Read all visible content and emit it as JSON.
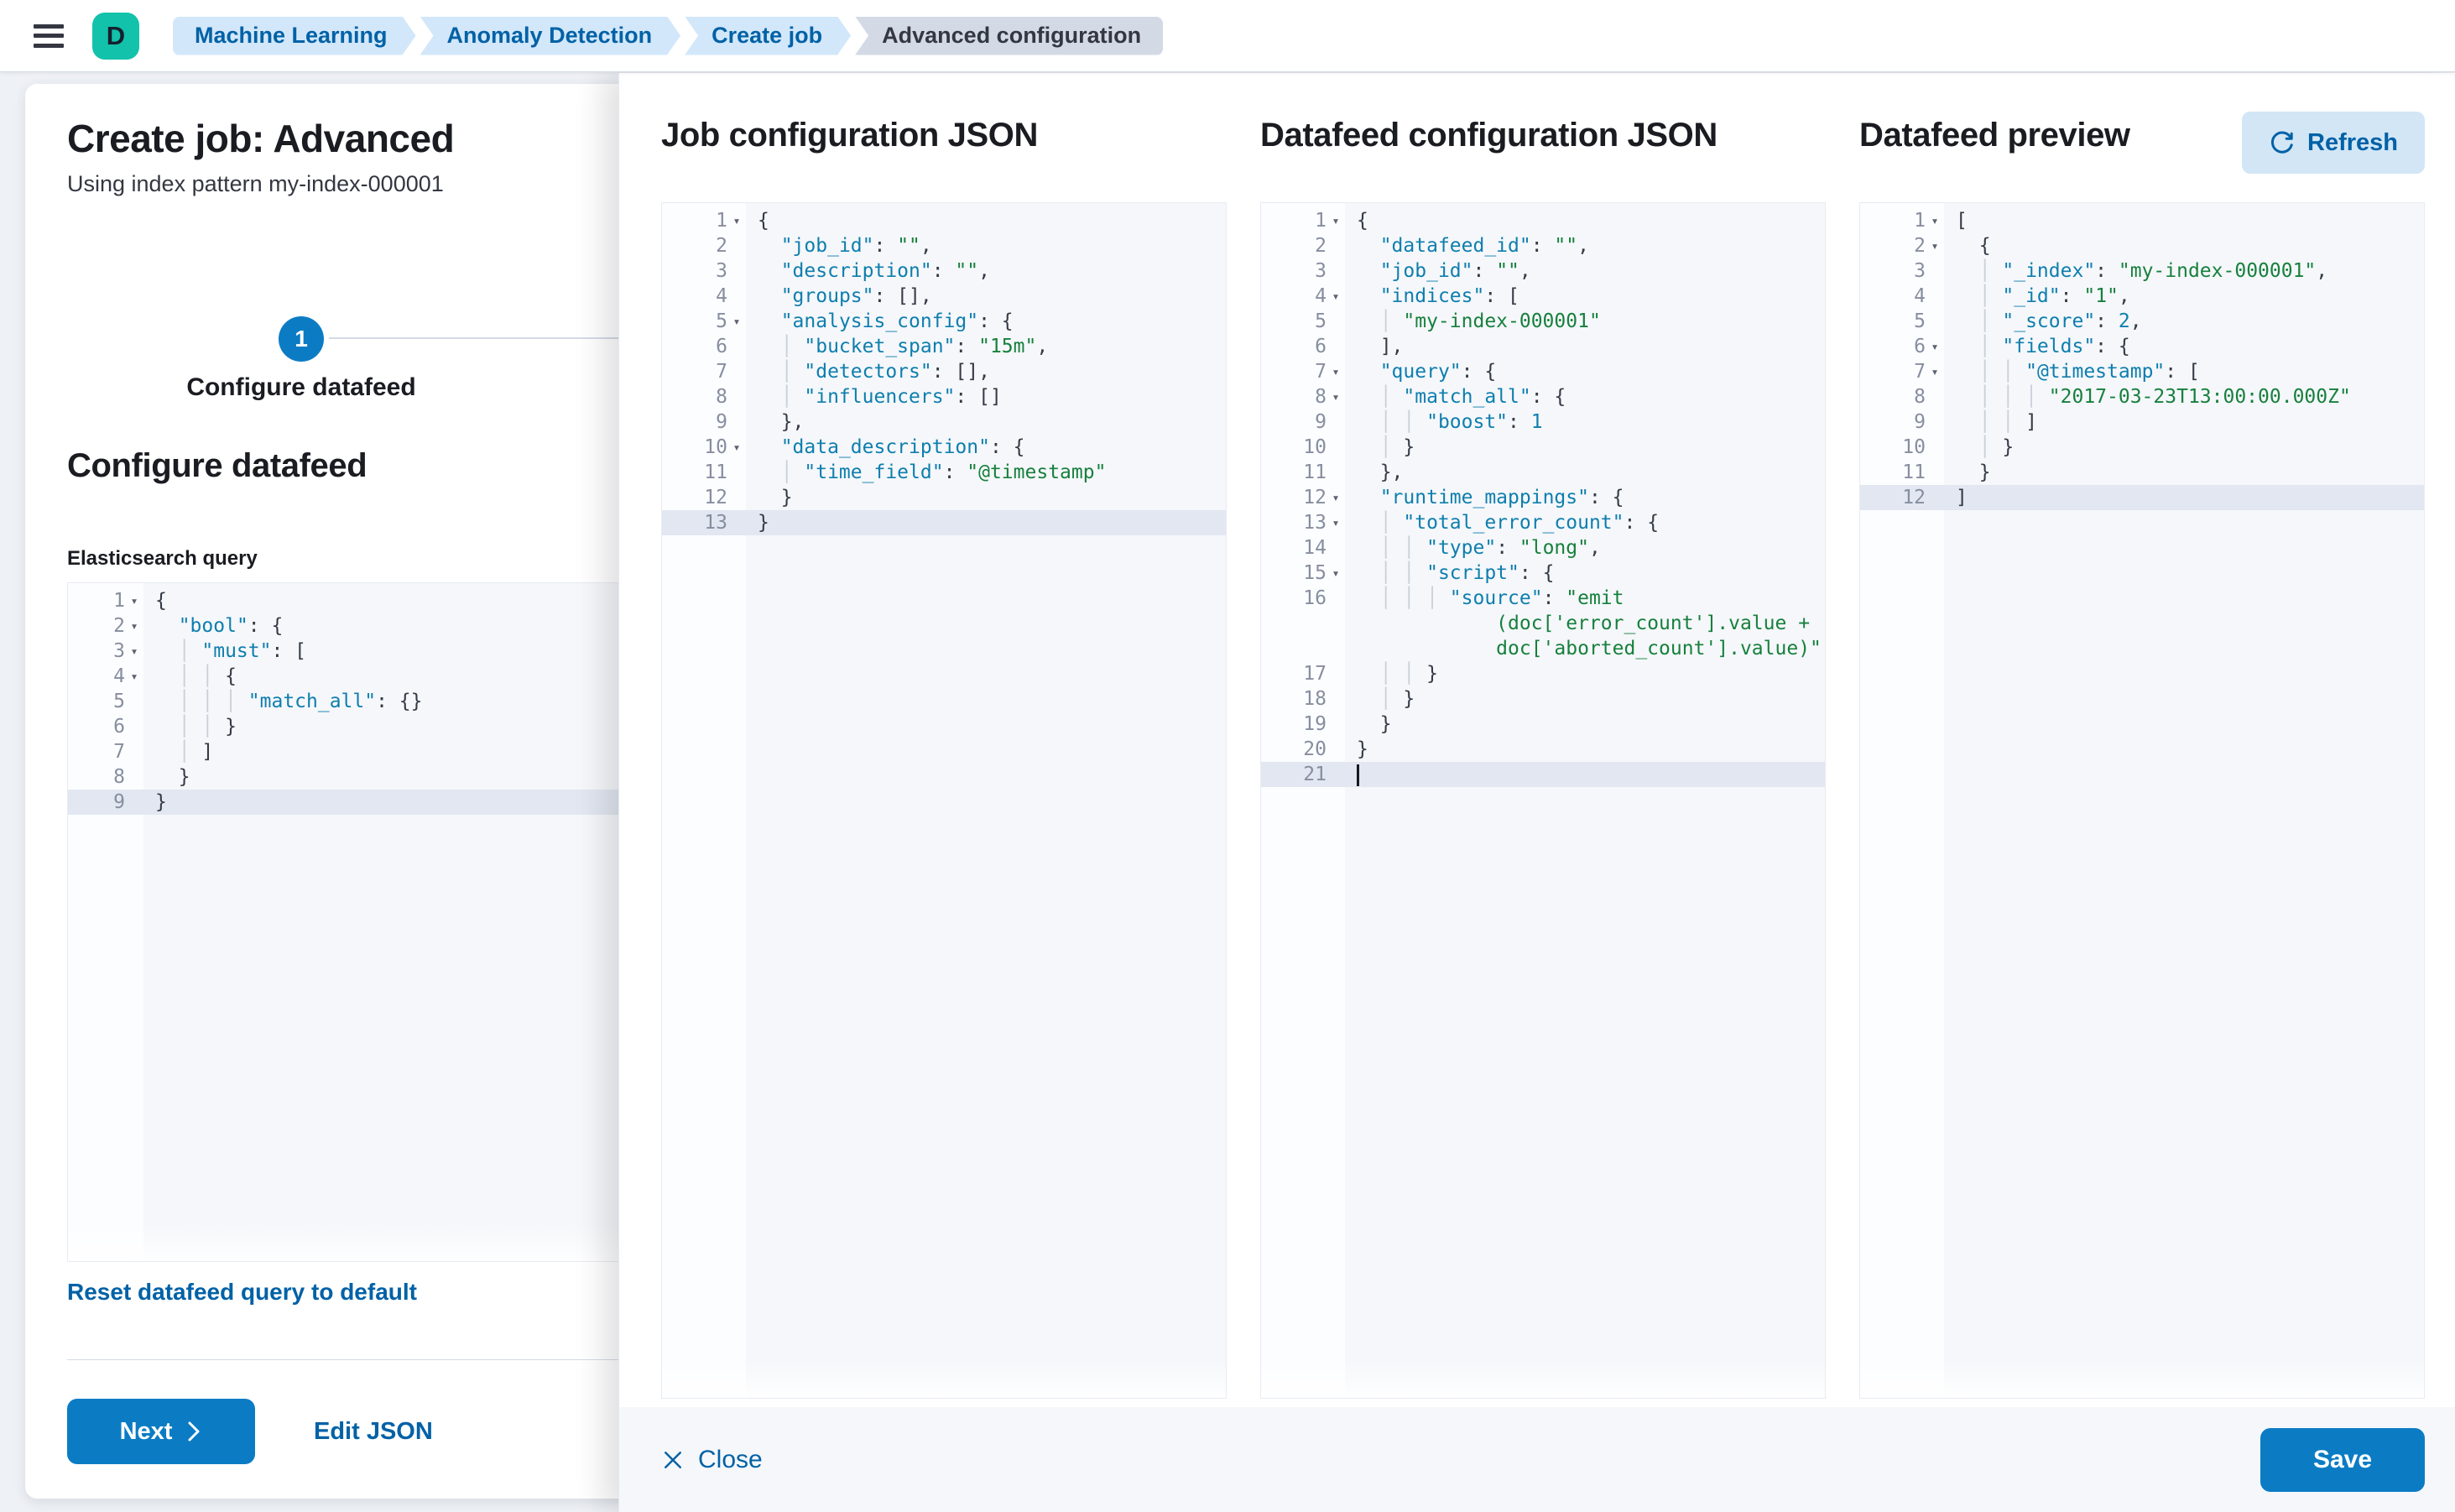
{
  "topbar": {
    "avatar": "D",
    "breadcrumbs": [
      {
        "label": "Machine Learning",
        "current": false
      },
      {
        "label": "Anomaly Detection",
        "current": false
      },
      {
        "label": "Create job",
        "current": false
      },
      {
        "label": "Advanced configuration",
        "current": true
      }
    ]
  },
  "page": {
    "title": "Create job: Advanced",
    "subtitle": "Using index pattern my-index-000001",
    "step_number": "1",
    "step_label": "Configure datafeed",
    "section_title": "Configure datafeed",
    "query_label": "Elasticsearch query",
    "reset_link": "Reset datafeed query to default",
    "next_button": "Next",
    "edit_json_link": "Edit JSON"
  },
  "flyout": {
    "columns": [
      {
        "title": "Job configuration JSON"
      },
      {
        "title": "Datafeed configuration JSON"
      },
      {
        "title": "Datafeed preview"
      }
    ],
    "refresh_button": "Refresh",
    "close_button": "Close",
    "save_button": "Save"
  },
  "colors": {
    "primary_button": "#0b7cc4",
    "link_blue": "#0061a6",
    "breadcrumb_blue_bg": "#d2e7f9",
    "breadcrumb_gray_bg": "#d3dae6",
    "avatar_teal": "#12c2ab",
    "editor_content_bg": "#f5f7fa",
    "editor_active_line": "#e2e7f1",
    "code_key": "#0e7eae",
    "code_string": "#17803d",
    "code_number": "#0e7eae"
  },
  "editors": {
    "query": {
      "lines": [
        {
          "n": 1,
          "fold": true,
          "seg": [
            [
              "p",
              "{"
            ]
          ]
        },
        {
          "n": 2,
          "fold": true,
          "seg": [
            [
              "g",
              "  "
            ],
            [
              "k",
              "\"bool\""
            ],
            [
              "p",
              ": {"
            ]
          ]
        },
        {
          "n": 3,
          "fold": true,
          "seg": [
            [
              "g",
              "  │ "
            ],
            [
              "k",
              "\"must\""
            ],
            [
              "p",
              ": ["
            ]
          ]
        },
        {
          "n": 4,
          "fold": true,
          "seg": [
            [
              "g",
              "  │ │ "
            ],
            [
              "p",
              "{"
            ]
          ]
        },
        {
          "n": 5,
          "seg": [
            [
              "g",
              "  │ │ │ "
            ],
            [
              "k",
              "\"match_all\""
            ],
            [
              "p",
              ": {}"
            ]
          ]
        },
        {
          "n": 6,
          "seg": [
            [
              "g",
              "  │ │ "
            ],
            [
              "p",
              "}"
            ]
          ]
        },
        {
          "n": 7,
          "seg": [
            [
              "g",
              "  │ "
            ],
            [
              "p",
              "]"
            ]
          ]
        },
        {
          "n": 8,
          "seg": [
            [
              "g",
              "  "
            ],
            [
              "p",
              "}"
            ]
          ]
        },
        {
          "n": 9,
          "hl": true,
          "seg": [
            [
              "p",
              "}"
            ]
          ]
        }
      ]
    },
    "job": {
      "lines": [
        {
          "n": 1,
          "fold": true,
          "seg": [
            [
              "p",
              "{"
            ]
          ]
        },
        {
          "n": 2,
          "seg": [
            [
              "g",
              "  "
            ],
            [
              "k",
              "\"job_id\""
            ],
            [
              "p",
              ": "
            ],
            [
              "s",
              "\"\""
            ],
            [
              "p",
              ","
            ]
          ]
        },
        {
          "n": 3,
          "seg": [
            [
              "g",
              "  "
            ],
            [
              "k",
              "\"description\""
            ],
            [
              "p",
              ": "
            ],
            [
              "s",
              "\"\""
            ],
            [
              "p",
              ","
            ]
          ]
        },
        {
          "n": 4,
          "seg": [
            [
              "g",
              "  "
            ],
            [
              "k",
              "\"groups\""
            ],
            [
              "p",
              ": [],"
            ]
          ]
        },
        {
          "n": 5,
          "fold": true,
          "seg": [
            [
              "g",
              "  "
            ],
            [
              "k",
              "\"analysis_config\""
            ],
            [
              "p",
              ": {"
            ]
          ]
        },
        {
          "n": 6,
          "seg": [
            [
              "g",
              "  │ "
            ],
            [
              "k",
              "\"bucket_span\""
            ],
            [
              "p",
              ": "
            ],
            [
              "s",
              "\"15m\""
            ],
            [
              "p",
              ","
            ]
          ]
        },
        {
          "n": 7,
          "seg": [
            [
              "g",
              "  │ "
            ],
            [
              "k",
              "\"detectors\""
            ],
            [
              "p",
              ": [],"
            ]
          ]
        },
        {
          "n": 8,
          "seg": [
            [
              "g",
              "  │ "
            ],
            [
              "k",
              "\"influencers\""
            ],
            [
              "p",
              ": []"
            ]
          ]
        },
        {
          "n": 9,
          "seg": [
            [
              "g",
              "  "
            ],
            [
              "p",
              "},"
            ]
          ]
        },
        {
          "n": 10,
          "fold": true,
          "seg": [
            [
              "g",
              "  "
            ],
            [
              "k",
              "\"data_description\""
            ],
            [
              "p",
              ": {"
            ]
          ]
        },
        {
          "n": 11,
          "seg": [
            [
              "g",
              "  │ "
            ],
            [
              "k",
              "\"time_field\""
            ],
            [
              "p",
              ": "
            ],
            [
              "s",
              "\"@timestamp\""
            ]
          ]
        },
        {
          "n": 12,
          "seg": [
            [
              "g",
              "  "
            ],
            [
              "p",
              "}"
            ]
          ]
        },
        {
          "n": 13,
          "hl": true,
          "seg": [
            [
              "p",
              "}"
            ]
          ]
        }
      ]
    },
    "datafeed": {
      "lines": [
        {
          "n": 1,
          "fold": true,
          "seg": [
            [
              "p",
              "{"
            ]
          ]
        },
        {
          "n": 2,
          "seg": [
            [
              "g",
              "  "
            ],
            [
              "k",
              "\"datafeed_id\""
            ],
            [
              "p",
              ": "
            ],
            [
              "s",
              "\"\""
            ],
            [
              "p",
              ","
            ]
          ]
        },
        {
          "n": 3,
          "seg": [
            [
              "g",
              "  "
            ],
            [
              "k",
              "\"job_id\""
            ],
            [
              "p",
              ": "
            ],
            [
              "s",
              "\"\""
            ],
            [
              "p",
              ","
            ]
          ]
        },
        {
          "n": 4,
          "fold": true,
          "seg": [
            [
              "g",
              "  "
            ],
            [
              "k",
              "\"indices\""
            ],
            [
              "p",
              ": ["
            ]
          ]
        },
        {
          "n": 5,
          "seg": [
            [
              "g",
              "  │ "
            ],
            [
              "s",
              "\"my-index-000001\""
            ]
          ]
        },
        {
          "n": 6,
          "seg": [
            [
              "g",
              "  "
            ],
            [
              "p",
              "],"
            ]
          ]
        },
        {
          "n": 7,
          "fold": true,
          "seg": [
            [
              "g",
              "  "
            ],
            [
              "k",
              "\"query\""
            ],
            [
              "p",
              ": {"
            ]
          ]
        },
        {
          "n": 8,
          "fold": true,
          "seg": [
            [
              "g",
              "  │ "
            ],
            [
              "k",
              "\"match_all\""
            ],
            [
              "p",
              ": {"
            ]
          ]
        },
        {
          "n": 9,
          "seg": [
            [
              "g",
              "  │ │ "
            ],
            [
              "k",
              "\"boost\""
            ],
            [
              "p",
              ": "
            ],
            [
              "n",
              "1"
            ]
          ]
        },
        {
          "n": 10,
          "seg": [
            [
              "g",
              "  │ "
            ],
            [
              "p",
              "}"
            ]
          ]
        },
        {
          "n": 11,
          "seg": [
            [
              "g",
              "  "
            ],
            [
              "p",
              "},"
            ]
          ]
        },
        {
          "n": 12,
          "fold": true,
          "seg": [
            [
              "g",
              "  "
            ],
            [
              "k",
              "\"runtime_mappings\""
            ],
            [
              "p",
              ": {"
            ]
          ]
        },
        {
          "n": 13,
          "fold": true,
          "seg": [
            [
              "g",
              "  │ "
            ],
            [
              "k",
              "\"total_error_count\""
            ],
            [
              "p",
              ": {"
            ]
          ]
        },
        {
          "n": 14,
          "seg": [
            [
              "g",
              "  │ │ "
            ],
            [
              "k",
              "\"type\""
            ],
            [
              "p",
              ": "
            ],
            [
              "s",
              "\"long\""
            ],
            [
              "p",
              ","
            ]
          ]
        },
        {
          "n": 15,
          "fold": true,
          "seg": [
            [
              "g",
              "  │ │ "
            ],
            [
              "k",
              "\"script\""
            ],
            [
              "p",
              ": {"
            ]
          ]
        },
        {
          "n": 16,
          "seg": [
            [
              "g",
              "  │ │ │ "
            ],
            [
              "k",
              "\"source\""
            ],
            [
              "p",
              ": "
            ],
            [
              "s",
              "\"emit"
            ]
          ]
        },
        {
          "n": null,
          "seg": [
            [
              "s",
              "            (doc['error_count'].value +"
            ]
          ]
        },
        {
          "n": null,
          "seg": [
            [
              "s",
              "            doc['aborted_count'].value)\""
            ]
          ]
        },
        {
          "n": 17,
          "seg": [
            [
              "g",
              "  │ │ "
            ],
            [
              "p",
              "}"
            ]
          ]
        },
        {
          "n": 18,
          "seg": [
            [
              "g",
              "  │ "
            ],
            [
              "p",
              "}"
            ]
          ]
        },
        {
          "n": 19,
          "seg": [
            [
              "g",
              "  "
            ],
            [
              "p",
              "}"
            ]
          ]
        },
        {
          "n": 20,
          "seg": [
            [
              "p",
              "}"
            ]
          ]
        },
        {
          "n": 21,
          "hl": true,
          "cursor": true,
          "seg": []
        }
      ]
    },
    "preview": {
      "lines": [
        {
          "n": 1,
          "fold": true,
          "seg": [
            [
              "p",
              "["
            ]
          ]
        },
        {
          "n": 2,
          "fold": true,
          "seg": [
            [
              "g",
              "  "
            ],
            [
              "p",
              "{"
            ]
          ]
        },
        {
          "n": 3,
          "seg": [
            [
              "g",
              "  │ "
            ],
            [
              "k",
              "\"_index\""
            ],
            [
              "p",
              ": "
            ],
            [
              "s",
              "\"my-index-000001\""
            ],
            [
              "p",
              ","
            ]
          ]
        },
        {
          "n": 4,
          "seg": [
            [
              "g",
              "  │ "
            ],
            [
              "k",
              "\"_id\""
            ],
            [
              "p",
              ": "
            ],
            [
              "s",
              "\"1\""
            ],
            [
              "p",
              ","
            ]
          ]
        },
        {
          "n": 5,
          "seg": [
            [
              "g",
              "  │ "
            ],
            [
              "k",
              "\"_score\""
            ],
            [
              "p",
              ": "
            ],
            [
              "n",
              "2"
            ],
            [
              "p",
              ","
            ]
          ]
        },
        {
          "n": 6,
          "fold": true,
          "seg": [
            [
              "g",
              "  │ "
            ],
            [
              "k",
              "\"fields\""
            ],
            [
              "p",
              ": {"
            ]
          ]
        },
        {
          "n": 7,
          "fold": true,
          "seg": [
            [
              "g",
              "  │ │ "
            ],
            [
              "k",
              "\"@timestamp\""
            ],
            [
              "p",
              ": ["
            ]
          ]
        },
        {
          "n": 8,
          "seg": [
            [
              "g",
              "  │ │ │ "
            ],
            [
              "s",
              "\"2017-03-23T13:00:00.000Z\""
            ]
          ]
        },
        {
          "n": 9,
          "seg": [
            [
              "g",
              "  │ │ "
            ],
            [
              "p",
              "]"
            ]
          ]
        },
        {
          "n": 10,
          "seg": [
            [
              "g",
              "  │ "
            ],
            [
              "p",
              "}"
            ]
          ]
        },
        {
          "n": 11,
          "seg": [
            [
              "g",
              "  "
            ],
            [
              "p",
              "}"
            ]
          ]
        },
        {
          "n": 12,
          "hl": true,
          "seg": [
            [
              "p",
              "]"
            ]
          ]
        }
      ]
    }
  }
}
